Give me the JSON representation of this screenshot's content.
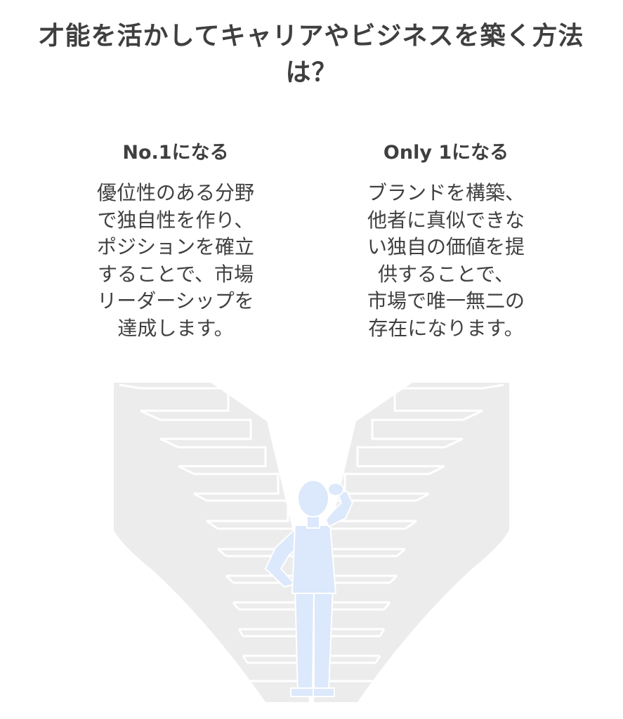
{
  "title": "才能を活かしてキャリアやビジネスを築く方法は？",
  "left": {
    "heading": "No.1になる",
    "body": "優位性のある分野\nで独自性を作り、\nポジションを確立\nすることで、市場\nリーダーシップを\n達成します。"
  },
  "right": {
    "heading": "Only 1になる",
    "body": "ブランドを構築、\n他者に真似できな\nい独自の価値を提\n供することで、\n市場で唯一無二の\n存在になります。"
  },
  "colors": {
    "stairs": "#ececec",
    "stair_lines": "#ffffff",
    "figure": "#dce8fb",
    "text": "#404040"
  },
  "icons": [
    "left-staircase-illustration",
    "right-staircase-illustration",
    "thinking-person-illustration"
  ]
}
